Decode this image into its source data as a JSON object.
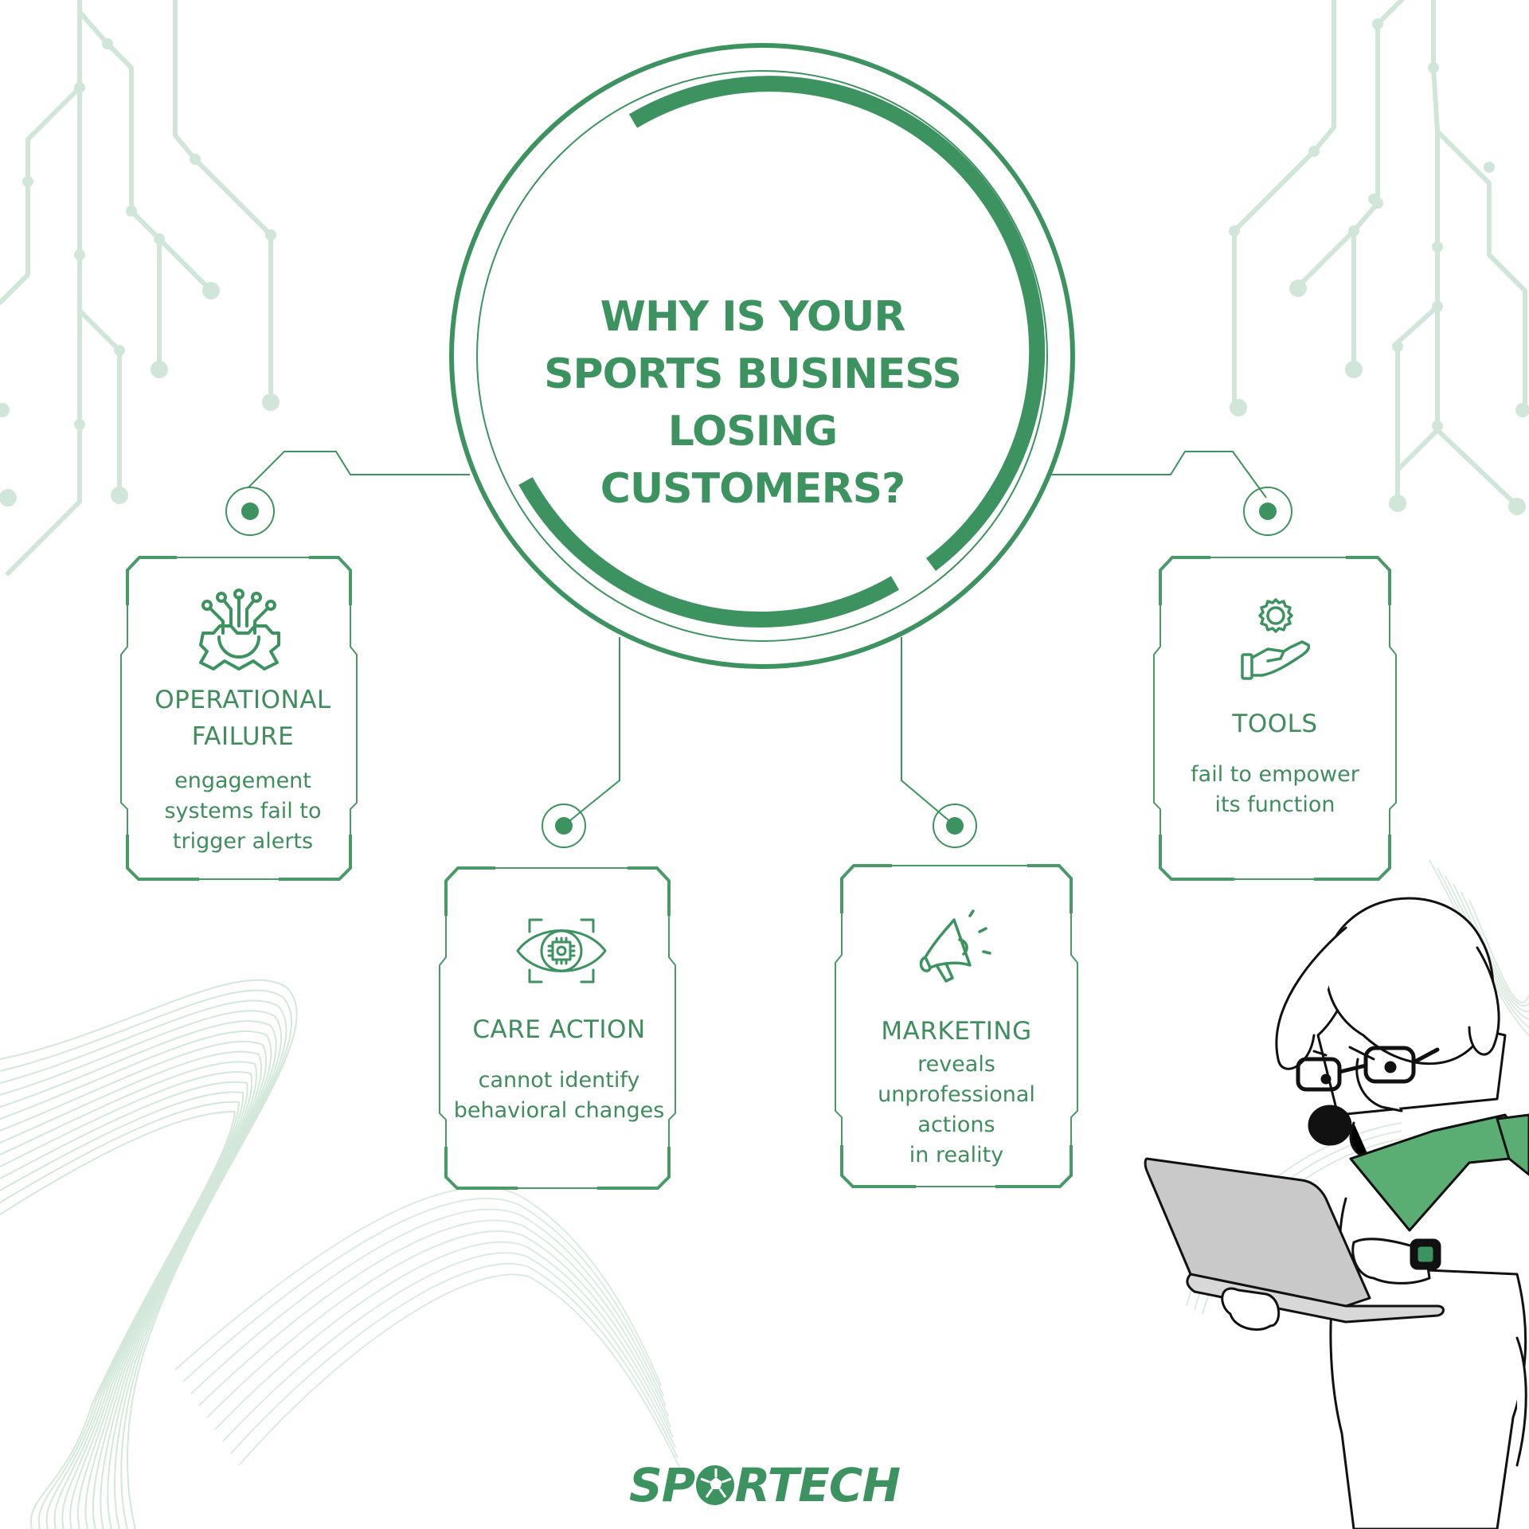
{
  "title_lines": [
    "WHY IS YOUR",
    "SPORTS BUSINESS",
    "LOSING",
    "CUSTOMERS?"
  ],
  "cards": [
    {
      "title_lines": [
        "OPERATIONAL",
        "FAILURE"
      ],
      "desc_lines": [
        "engagement",
        "systems fail to",
        "trigger alerts"
      ],
      "icon": "circuit-gear-icon"
    },
    {
      "title_lines": [
        "CARE ACTION"
      ],
      "desc_lines": [
        "cannot identify",
        "behavioral changes"
      ],
      "icon": "eye-chip-icon"
    },
    {
      "title_lines": [
        "MARKETING"
      ],
      "desc_lines": [
        "reveals",
        "unprofessional",
        "actions",
        "in reality"
      ],
      "icon": "megaphone-icon"
    },
    {
      "title_lines": [
        "TOOLS"
      ],
      "desc_lines": [
        "fail to empower",
        "its function"
      ],
      "icon": "hand-gear-icon"
    }
  ],
  "logo": {
    "part1": "SP",
    "part2": "RTECH"
  },
  "colors": {
    "primary": "#3d9360",
    "light": "#cfe6d8",
    "card_border": "#4a9a68",
    "bandana": "#5aae74"
  }
}
